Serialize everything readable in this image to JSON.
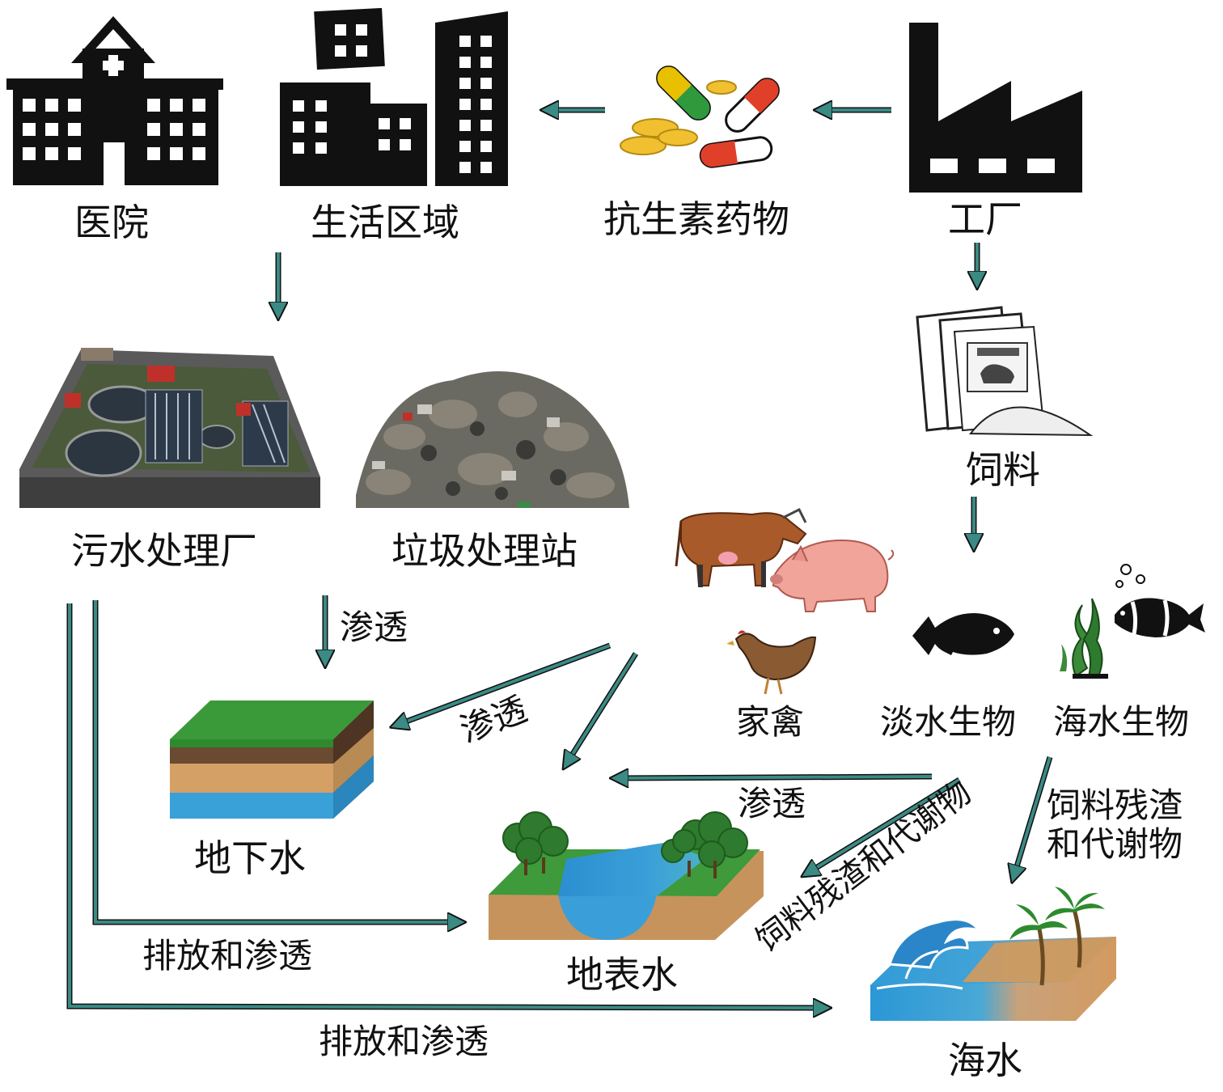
{
  "nodes": {
    "hospital": "医院",
    "living_area": "生活区域",
    "antibiotics": "抗生素药物",
    "factory": "工厂",
    "feed": "饲料",
    "sewage_plant": "污水处理厂",
    "garbage_station": "垃圾处理站",
    "poultry": "家禽",
    "freshwater_life": "淡水生物",
    "seawater_life": "海水生物",
    "groundwater": "地下水",
    "surface_water": "地表水",
    "seawater": "海水"
  },
  "edge_labels": {
    "infiltration_1": "渗透",
    "infiltration_2": "渗透",
    "infiltration_3": "渗透",
    "discharge_1": "排放和渗透",
    "discharge_2": "排放和渗透",
    "feed_residue_1": "饲料残渣和代谢物",
    "feed_residue_2_line1": "饲料残渣",
    "feed_residue_2_line2": "和代谢物"
  },
  "colors": {
    "arrow": "#3b8a84",
    "arrow_outline": "#111111",
    "icon": "#111111"
  }
}
